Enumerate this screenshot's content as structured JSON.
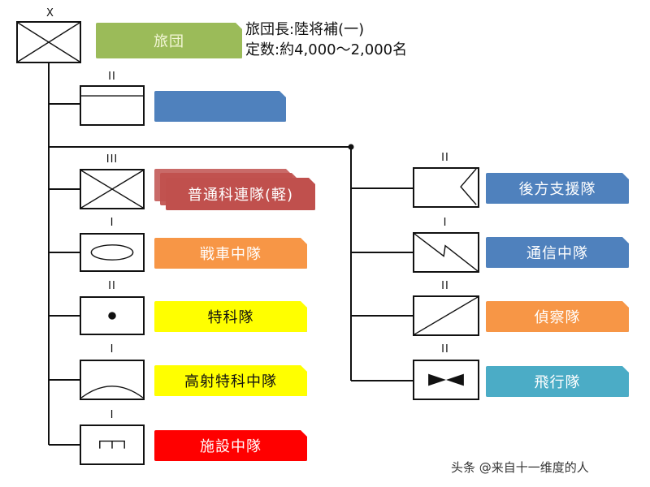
{
  "diagram": {
    "title_unit": {
      "echelon": "X",
      "label": "旅団",
      "color": "#9bbb59",
      "text_color": "#f4f7d8",
      "info_lines": [
        "旅団長:陸将補(一)",
        "定数:約4,000〜2,000名"
      ]
    },
    "hq_unit": {
      "echelon": "II",
      "label": "",
      "color": "#4f81bd",
      "text_color": "#ffffff"
    },
    "left_units": [
      {
        "echelon": "III",
        "label": "普通科連隊(軽)",
        "symbol": "infantry-cross",
        "color": "#c0504d",
        "text_color": "#ffffff",
        "stacked": true
      },
      {
        "echelon": "I",
        "label": "戦車中隊",
        "symbol": "armor-oval",
        "color": "#f79646",
        "text_color": "#ffffff",
        "stacked": false
      },
      {
        "echelon": "II",
        "label": "特科隊",
        "symbol": "artillery-dot",
        "color": "#ffff00",
        "text_color": "#111111",
        "stacked": false
      },
      {
        "echelon": "I",
        "label": "高射特科中隊",
        "symbol": "air-defense-arc",
        "color": "#ffff00",
        "text_color": "#111111",
        "stacked": false
      },
      {
        "echelon": "I",
        "label": "施設中隊",
        "symbol": "engineer-bridge",
        "color": "#ff0000",
        "text_color": "#ffffff",
        "stacked": false
      }
    ],
    "right_units": [
      {
        "echelon": "II",
        "label": "後方支援隊",
        "symbol": "support-chevron",
        "color": "#4f81bd",
        "text_color": "#ffffff"
      },
      {
        "echelon": "I",
        "label": "通信中隊",
        "symbol": "signal-bolt",
        "color": "#4f81bd",
        "text_color": "#ffffff"
      },
      {
        "echelon": "II",
        "label": "偵察隊",
        "symbol": "recon-slash",
        "color": "#f79646",
        "text_color": "#ffffff"
      },
      {
        "echelon": "II",
        "label": "飛行隊",
        "symbol": "aviation-bowtie",
        "color": "#4bacc6",
        "text_color": "#ffffff"
      }
    ]
  },
  "watermark": "头条 @来自十一维度的人"
}
